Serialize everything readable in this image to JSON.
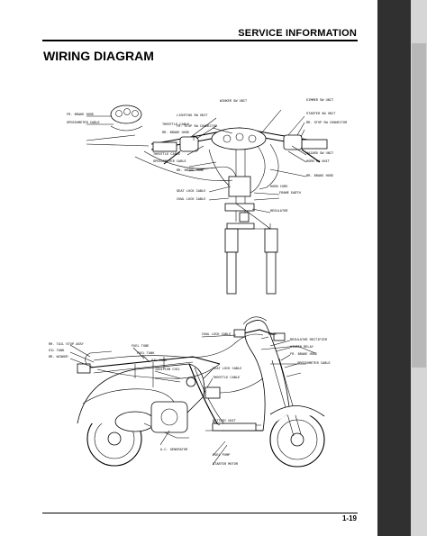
{
  "header": {
    "section": "SERVICE INFORMATION"
  },
  "title": "WIRING DIAGRAM",
  "page_number": "1-19",
  "top_diagram": {
    "left_labels": [
      "FR. BRAKE HOSE",
      "SPEEDOMETER CABLE"
    ],
    "callouts": [
      "WINKER SW UNIT",
      "DIMMER SW UNIT",
      "LIGHTING SW UNIT",
      "STARTER SW UNIT",
      "FR. STOP SW CONNECTOR",
      "RR. STOP SW CONNECTOR",
      "THROTTLE CABLE",
      "RR. BRAKE HOSE",
      "THROTTLE CABLE",
      "SPEEDOMETER CABLE",
      "HAZARD SW UNIT",
      "HORN SW UNIT",
      "RR. BRAKE HOSE",
      "SEAT LOCK CABLE",
      "HORN CORD",
      "FRAME EARTH",
      "COWL LOCK CABLE",
      "REGULATOR",
      "RR. BRAKE HOSE"
    ]
  },
  "bottom_diagram": {
    "left_labels": [
      "RR. TAIL STOP ASSY",
      "OIL TANK",
      "RR. WINKER",
      "FUEL TUBE"
    ],
    "callouts": [
      "FUEL TANK",
      "OIL TANK",
      "COWL LOCK CABLE",
      "HORN",
      "REGULATOR RECTIFIER",
      "WINKER RELAY",
      "FR. BRAKE HOSE",
      "SEAT LOCK CABLE",
      "THROTTLE CABLE",
      "SPEEDOMETER CABLE",
      "IGNITION COIL",
      "A.C. GENERATOR",
      "BATTERY UNIT",
      "FUEL PUMP",
      "STARTER MOTOR"
    ]
  }
}
